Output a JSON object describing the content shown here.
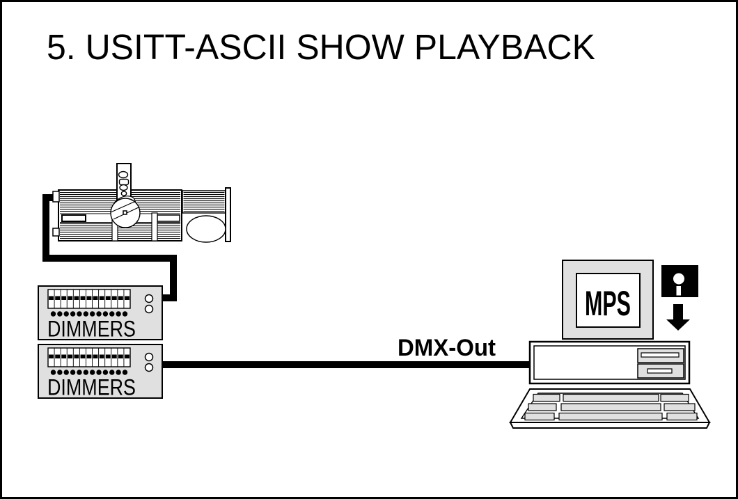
{
  "page": {
    "title": "5. USITT-ASCII SHOW PLAYBACK"
  },
  "diagram": {
    "type": "diagram",
    "dmx_label": "DMX-Out",
    "monitor_label": "MPS",
    "dimmer_units": [
      {
        "label": "DIMMERS"
      },
      {
        "label": "DIMMERS"
      }
    ],
    "slider_count": 13,
    "dot_count": 12,
    "led_count": 2,
    "colors": {
      "device_fill": "#e0e0e0",
      "outline": "#000000",
      "background": "#ffffff",
      "cable": "#000000"
    }
  }
}
